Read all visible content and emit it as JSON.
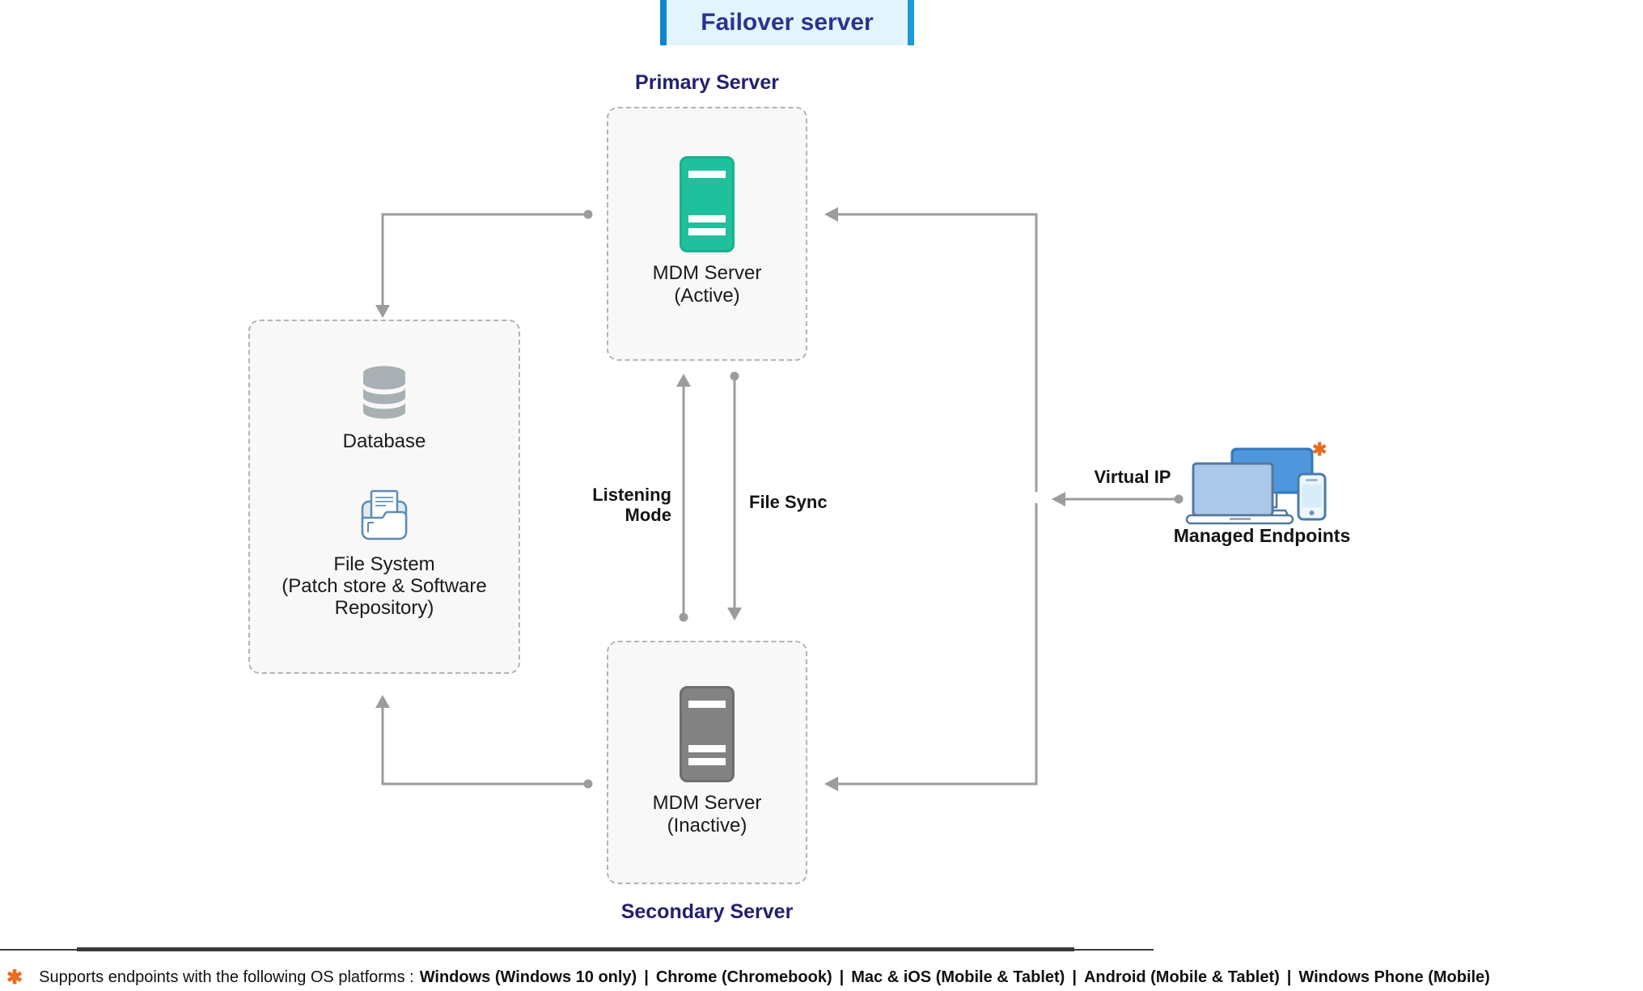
{
  "title": "Failover server",
  "primary": {
    "label": "Primary Server",
    "server_name": "MDM Server",
    "server_state": "(Active)"
  },
  "secondary": {
    "label": "Secondary Server",
    "server_name": "MDM Server",
    "server_state": "(Inactive)"
  },
  "storage": {
    "database_label": "Database",
    "filesystem_label": "File System",
    "filesystem_sub1": "(Patch store & Software",
    "filesystem_sub2": "Repository)"
  },
  "connectors": {
    "listening_line1": "Listening",
    "listening_line2": "Mode",
    "file_sync": "File Sync",
    "virtual_ip": "Virtual IP"
  },
  "endpoints": {
    "label": "Managed Endpoints",
    "asterisk": "✱"
  },
  "footer": {
    "asterisk": "✱",
    "prefix": "Supports endpoints with the following OS platforms :",
    "separator": "|",
    "platforms": [
      "Windows (Windows 10 only)",
      "Chrome (Chromebook)",
      "Mac & iOS (Mobile & Tablet)",
      "Android (Mobile & Tablet)",
      "Windows Phone (Mobile)"
    ]
  },
  "colors": {
    "accent_blue": "#0f85cf",
    "title_bg": "#e3f4fd",
    "title_text": "#2e3192",
    "section_label": "#21216e",
    "active_server_teal": "#20c09c",
    "inactive_server_gray": "#828282",
    "connector_gray": "#9c9c9c",
    "monitor_blue": "#4e97dc",
    "laptop_blue": "#abc8e9",
    "asterisk_orange": "#ea6b1f",
    "box_bg": "#f8f8f8"
  }
}
